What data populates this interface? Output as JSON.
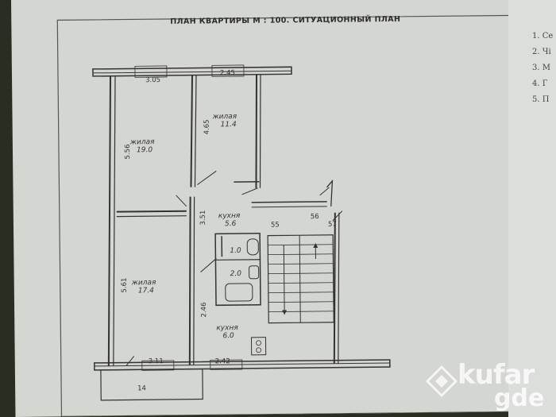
{
  "document": {
    "title": "ПЛАН КВАРТИРЫ М : 100. СИТУАЦИОННЫЙ ПЛАН",
    "side_list": [
      "1. Се",
      "2. Чі",
      "3. М",
      "4. Г",
      "5. П"
    ]
  },
  "rooms": [
    {
      "key": "zhilaya_1",
      "name": "жилая",
      "area": "19.0"
    },
    {
      "key": "zhilaya_2",
      "name": "жилая",
      "area": "11.4"
    },
    {
      "key": "kuhnya_hall",
      "name": "кухня",
      "area": "5.6"
    },
    {
      "key": "zhilaya_3",
      "name": "жилая",
      "area": "17.4"
    },
    {
      "key": "kuhnya",
      "name": "кухня",
      "area": "6.0"
    },
    {
      "key": "bath_1",
      "name": "",
      "area": "1.0"
    },
    {
      "key": "bath_2",
      "name": "",
      "area": "2.0"
    }
  ],
  "dimensions": {
    "top_left": "3.05",
    "top_right": "2.45",
    "left_upper": "5.56",
    "room2_height": "4.65",
    "hall_small": "3.51",
    "left_lower": "5.61",
    "kitchen_height": "2.46",
    "n55": "55",
    "n56": "56",
    "n57": "57",
    "bottom_left": "3.11",
    "bottom_right": "2.42",
    "balcony": "14"
  },
  "watermark": {
    "brand": "kufar",
    "sub": "gde"
  }
}
